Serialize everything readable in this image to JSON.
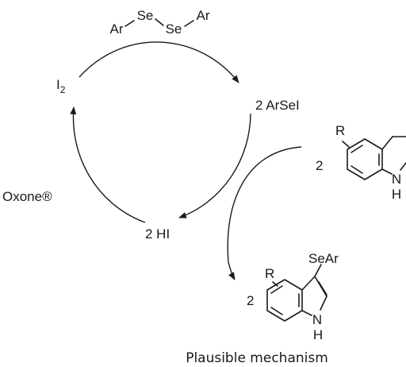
{
  "diselenide": {
    "ar_left": "Ar",
    "se_top": "Se",
    "se_bottom": "Se",
    "ar_right": "Ar"
  },
  "cycle": {
    "reagent_left": "Oxone®",
    "iodine_i": "I",
    "iodine_sub": "2",
    "arsei": "2 ArSeI",
    "hi": "2 HI"
  },
  "indole_reactant": {
    "coefficient": "2",
    "substituent": "R",
    "nh_n": "N",
    "nh_h": "H"
  },
  "product": {
    "coefficient": "2",
    "substituent": "R",
    "group": "SeAr",
    "nh_n": "N",
    "nh_h": "H"
  },
  "caption": "Plausible mechanism"
}
